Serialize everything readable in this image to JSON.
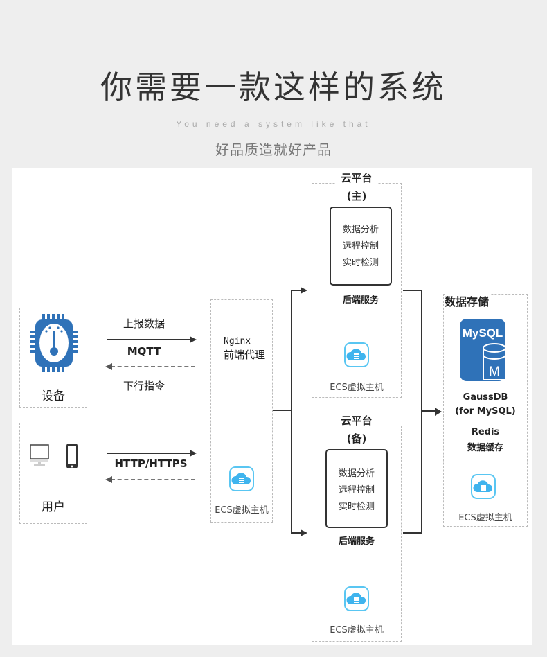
{
  "header": {
    "title": "你需要一款这样的系统",
    "subtitle_en": "You need a system like that",
    "subtitle_cn": "好品质造就好产品"
  },
  "colors": {
    "icon_blue": "#2f72b8",
    "ecs_cyan": "#3fb4ee",
    "background": "#eeeeee",
    "panel": "#ffffff"
  },
  "diagram": {
    "device": {
      "label": "设备",
      "icon": "chip-thermometer-icon"
    },
    "user": {
      "label": "用户",
      "icons": [
        "monitor-icon",
        "phone-icon"
      ]
    },
    "mqtt": {
      "up_label": "上报数据",
      "protocol": "MQTT",
      "down_label": "下行指令"
    },
    "http": {
      "protocol": "HTTP/HTTPS"
    },
    "proxy": {
      "line1": "Nginx",
      "line2": "前端代理",
      "host": "ECS虚拟主机"
    },
    "cloud_main": {
      "title": "云平台",
      "tag": "(主)",
      "services": [
        "数据分析",
        "远程控制",
        "实时检测"
      ],
      "backend": "后端服务",
      "host": "ECS虚拟主机"
    },
    "cloud_backup": {
      "title": "云平台",
      "tag": "(备)",
      "services": [
        "数据分析",
        "远程控制",
        "实时检测"
      ],
      "backend": "后端服务",
      "host": "ECS虚拟主机"
    },
    "storage": {
      "title": "数据存储",
      "db_icon_text": "MySQL",
      "db_badge": "M",
      "db_name": "GaussDB",
      "db_name_sub": "(for MySQL)",
      "cache_name": "Redis",
      "cache_label": "数据缓存",
      "host": "ECS虚拟主机"
    }
  }
}
